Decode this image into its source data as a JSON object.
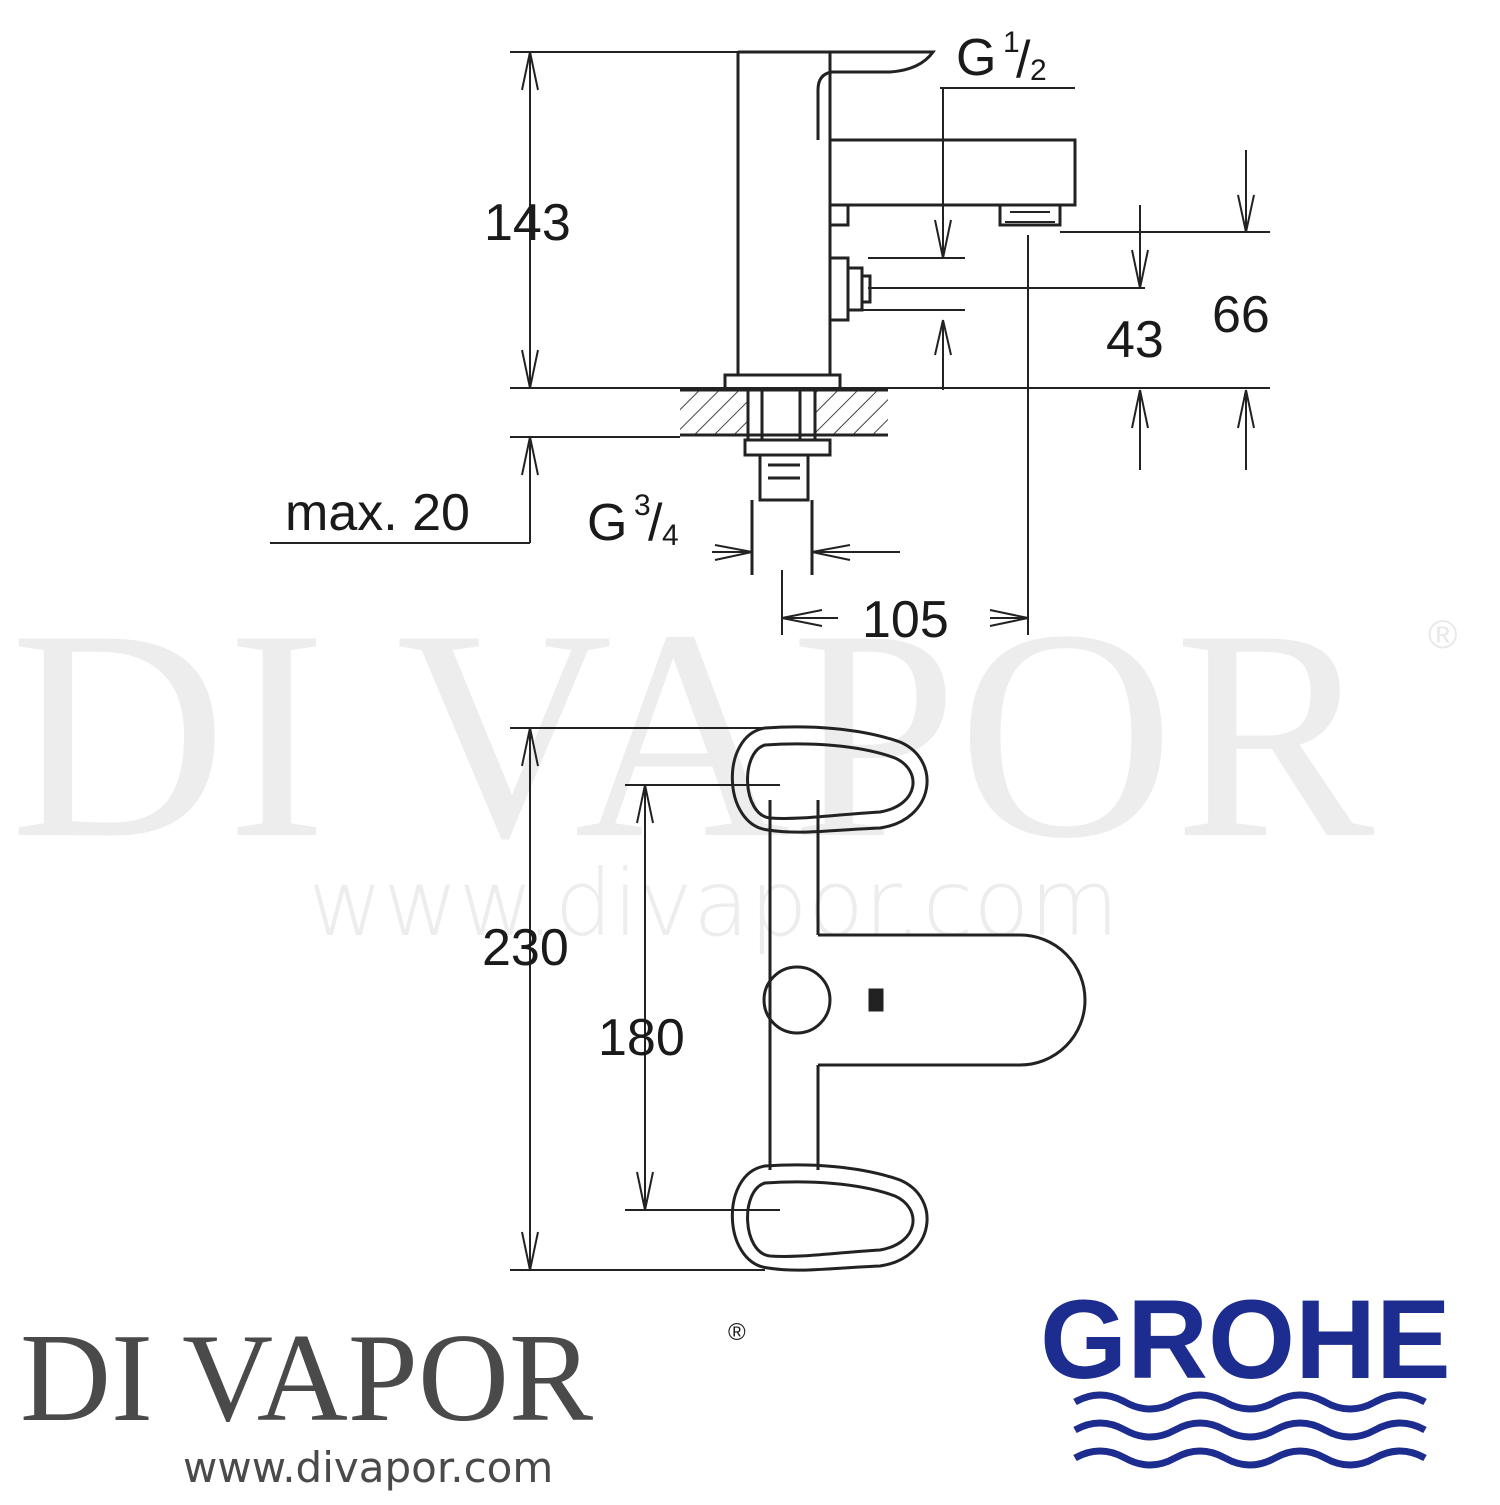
{
  "dimensions": {
    "height_total": "143",
    "outlet_thread": "G",
    "outlet_sup": "1",
    "outlet_sub": "2",
    "spout_height": "66",
    "hand_shower_height": "43",
    "deck_thickness": "max. 20",
    "inlet_thread": "G",
    "inlet_sup": "3",
    "inlet_sub": "4",
    "spout_reach": "105",
    "overall_length": "230",
    "centers": "180"
  },
  "watermark": {
    "brand": "DI VAPOR",
    "reg": "®",
    "url": "www.divapor.com"
  },
  "brand": {
    "name": "DI VAPOR",
    "reg": "®",
    "url": "www.divapor.com"
  },
  "manufacturer": {
    "name": "GROHE",
    "color": "#1d2d8f"
  }
}
